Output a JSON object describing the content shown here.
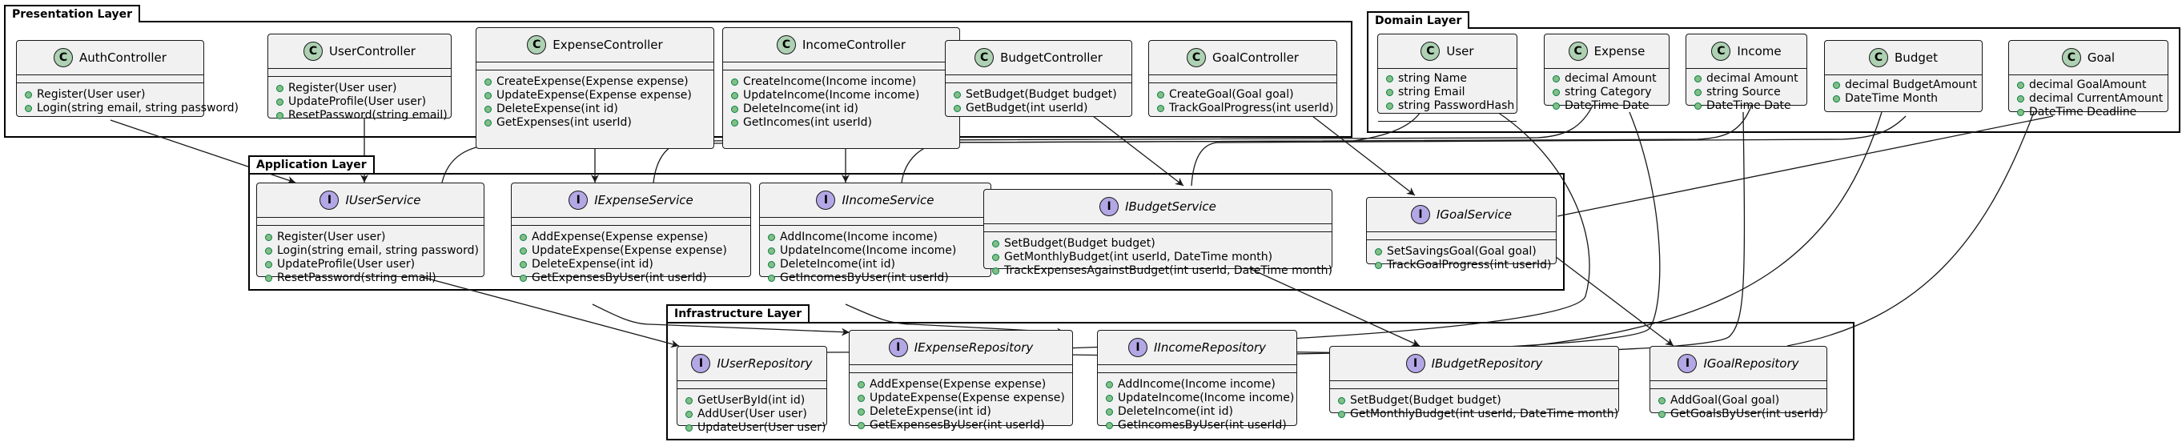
{
  "packages": {
    "presentation": "Presentation Layer",
    "domain": "Domain Layer",
    "application": "Application Layer",
    "infrastructure": "Infrastructure Layer"
  },
  "classes": {
    "AuthController": {
      "name": "AuthController",
      "stereotype": "C",
      "attrs": [],
      "methods": [
        "Register(User user)",
        "Login(string email, string password)"
      ]
    },
    "UserController": {
      "name": "UserController",
      "stereotype": "C",
      "attrs": [],
      "methods": [
        "Register(User user)",
        "UpdateProfile(User user)",
        "ResetPassword(string email)"
      ]
    },
    "ExpenseController": {
      "name": "ExpenseController",
      "stereotype": "C",
      "attrs": [],
      "methods": [
        "CreateExpense(Expense expense)",
        "UpdateExpense(Expense expense)",
        "DeleteExpense(int id)",
        "GetExpenses(int userId)"
      ]
    },
    "IncomeController": {
      "name": "IncomeController",
      "stereotype": "C",
      "attrs": [],
      "methods": [
        "CreateIncome(Income income)",
        "UpdateIncome(Income income)",
        "DeleteIncome(int id)",
        "GetIncomes(int userId)"
      ]
    },
    "BudgetController": {
      "name": "BudgetController",
      "stereotype": "C",
      "attrs": [],
      "methods": [
        "SetBudget(Budget budget)",
        "GetBudget(int userId)"
      ]
    },
    "GoalController": {
      "name": "GoalController",
      "stereotype": "C",
      "attrs": [],
      "methods": [
        "CreateGoal(Goal goal)",
        "TrackGoalProgress(int userId)"
      ]
    },
    "User": {
      "name": "User",
      "stereotype": "C",
      "attrs": [
        "string Name",
        "string Email",
        "string PasswordHash"
      ],
      "methods": []
    },
    "Expense": {
      "name": "Expense",
      "stereotype": "C",
      "attrs": [
        "decimal Amount",
        "string Category",
        "DateTime Date"
      ],
      "methods": []
    },
    "Income": {
      "name": "Income",
      "stereotype": "C",
      "attrs": [
        "decimal Amount",
        "string Source",
        "DateTime Date"
      ],
      "methods": []
    },
    "Budget": {
      "name": "Budget",
      "stereotype": "C",
      "attrs": [
        "decimal BudgetAmount",
        "DateTime Month"
      ],
      "methods": []
    },
    "Goal": {
      "name": "Goal",
      "stereotype": "C",
      "attrs": [
        "decimal GoalAmount",
        "decimal CurrentAmount",
        "DateTime Deadline"
      ],
      "methods": []
    },
    "IUserService": {
      "name": "IUserService",
      "stereotype": "I",
      "attrs": [],
      "methods": [
        "Register(User user)",
        "Login(string email, string password)",
        "UpdateProfile(User user)",
        "ResetPassword(string email)"
      ]
    },
    "IExpenseService": {
      "name": "IExpenseService",
      "stereotype": "I",
      "attrs": [],
      "methods": [
        "AddExpense(Expense expense)",
        "UpdateExpense(Expense expense)",
        "DeleteExpense(int id)",
        "GetExpensesByUser(int userId)"
      ]
    },
    "IIncomeService": {
      "name": "IIncomeService",
      "stereotype": "I",
      "attrs": [],
      "methods": [
        "AddIncome(Income income)",
        "UpdateIncome(Income income)",
        "DeleteIncome(int id)",
        "GetIncomesByUser(int userId)"
      ]
    },
    "IBudgetService": {
      "name": "IBudgetService",
      "stereotype": "I",
      "attrs": [],
      "methods": [
        "SetBudget(Budget budget)",
        "GetMonthlyBudget(int userId, DateTime month)",
        "TrackExpensesAgainstBudget(int userId, DateTime month)"
      ]
    },
    "IGoalService": {
      "name": "IGoalService",
      "stereotype": "I",
      "attrs": [],
      "methods": [
        "SetSavingsGoal(Goal goal)",
        "TrackGoalProgress(int userId)"
      ]
    },
    "IUserRepository": {
      "name": "IUserRepository",
      "stereotype": "I",
      "attrs": [],
      "methods": [
        "GetUserById(int id)",
        "AddUser(User user)",
        "UpdateUser(User user)"
      ]
    },
    "IExpenseRepository": {
      "name": "IExpenseRepository",
      "stereotype": "I",
      "attrs": [],
      "methods": [
        "AddExpense(Expense expense)",
        "UpdateExpense(Expense expense)",
        "DeleteExpense(int id)",
        "GetExpensesByUser(int userId)"
      ]
    },
    "IIncomeRepository": {
      "name": "IIncomeRepository",
      "stereotype": "I",
      "attrs": [],
      "methods": [
        "AddIncome(Income income)",
        "UpdateIncome(Income income)",
        "DeleteIncome(int id)",
        "GetIncomesByUser(int userId)"
      ]
    },
    "IBudgetRepository": {
      "name": "IBudgetRepository",
      "stereotype": "I",
      "attrs": [],
      "methods": [
        "SetBudget(Budget budget)",
        "GetMonthlyBudget(int userId, DateTime month)"
      ]
    },
    "IGoalRepository": {
      "name": "IGoalRepository",
      "stereotype": "I",
      "attrs": [],
      "methods": [
        "AddGoal(Goal goal)",
        "GetGoalsByUser(int userId)"
      ]
    }
  },
  "colors": {
    "box_fill": "#f1f1f1",
    "class_badge": "#add1b2",
    "interface_badge": "#b4a7e5",
    "public_dot": "#84be84",
    "line": "#181818"
  }
}
